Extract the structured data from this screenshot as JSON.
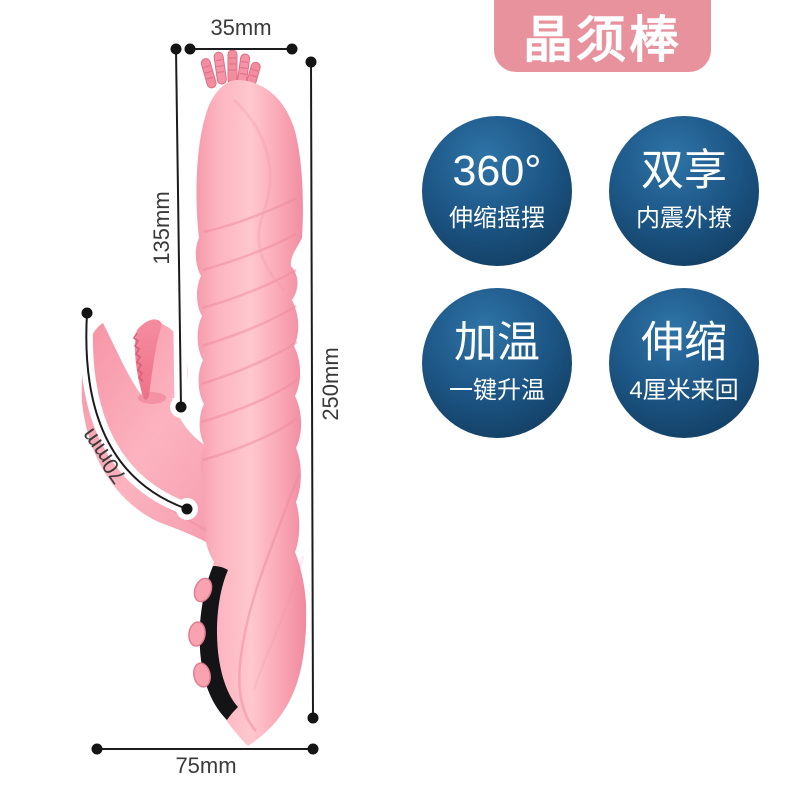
{
  "banner": {
    "title": "晶须棒"
  },
  "features": [
    {
      "title": "360°",
      "subtitle": "伸缩摇摆"
    },
    {
      "title": "双享",
      "subtitle": "内震外撩"
    },
    {
      "title": "加温",
      "subtitle": "一键升温"
    },
    {
      "title": "伸缩",
      "subtitle": "4厘米来回"
    }
  ],
  "dimensions": {
    "head_width": "35mm",
    "shaft_length": "135mm",
    "total_length": "250mm",
    "arm_length": "70mm",
    "base_width": "75mm"
  },
  "colors": {
    "banner_pink": "#e8929e",
    "feature_navy": "#16486f",
    "product_pink": "#fbaab6",
    "product_dark_pink": "#f17d90",
    "annotation": "#3a3a3a"
  }
}
